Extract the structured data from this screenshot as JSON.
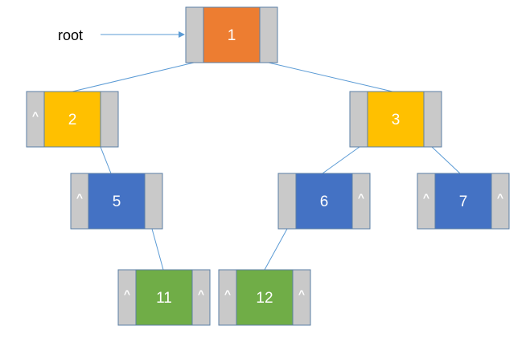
{
  "diagram": {
    "root_label": "root",
    "null_marker": "^",
    "colors": {
      "level0": "#ED7D31",
      "level1": "#FFC000",
      "level2": "#4472C4",
      "level3": "#70AD47",
      "pointer_cell": "#C9C9C9",
      "cell_border": "#5B7FA6",
      "edge": "#5B9BD5"
    },
    "nodes": [
      {
        "id": "n1",
        "value": "1",
        "level": 0,
        "left_null": false,
        "right_null": false
      },
      {
        "id": "n2",
        "value": "2",
        "level": 1,
        "left_null": true,
        "right_null": false
      },
      {
        "id": "n3",
        "value": "3",
        "level": 1,
        "left_null": false,
        "right_null": false
      },
      {
        "id": "n5",
        "value": "5",
        "level": 2,
        "left_null": true,
        "right_null": false
      },
      {
        "id": "n6",
        "value": "6",
        "level": 2,
        "left_null": false,
        "right_null": true
      },
      {
        "id": "n7",
        "value": "7",
        "level": 2,
        "left_null": true,
        "right_null": true
      },
      {
        "id": "n11",
        "value": "11",
        "level": 3,
        "left_null": true,
        "right_null": true
      },
      {
        "id": "n12",
        "value": "12",
        "level": 3,
        "left_null": true,
        "right_null": true
      }
    ],
    "edges": [
      {
        "from": "n1",
        "to": "n2"
      },
      {
        "from": "n1",
        "to": "n3"
      },
      {
        "from": "n2",
        "to": "n5"
      },
      {
        "from": "n3",
        "to": "n6"
      },
      {
        "from": "n3",
        "to": "n7"
      },
      {
        "from": "n5",
        "to": "n11"
      },
      {
        "from": "n6",
        "to": "n12"
      }
    ]
  }
}
